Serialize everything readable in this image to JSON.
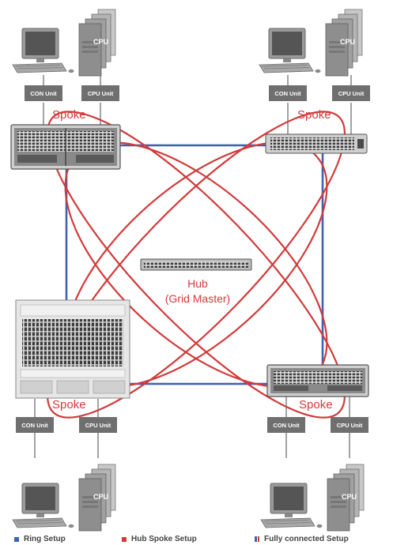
{
  "units": {
    "con_label": "CON Unit",
    "cpu_label": "CPU Unit"
  },
  "cpu_tower_label": "CPU",
  "spoke_label": "Spoke",
  "hub": {
    "line1": "Hub",
    "line2": "(Grid Master)"
  },
  "legend": {
    "ring": "Ring Setup",
    "hub_spoke": "Hub Spoke Setup",
    "fully_connected": "Fully connected  Setup"
  },
  "colors": {
    "ring": "#3f62b4",
    "hub_spoke": "#d23a3a",
    "fully_connected_a": "#3f62b4",
    "fully_connected_b": "#d23a3a",
    "unit_box": "#6f6f6f"
  }
}
